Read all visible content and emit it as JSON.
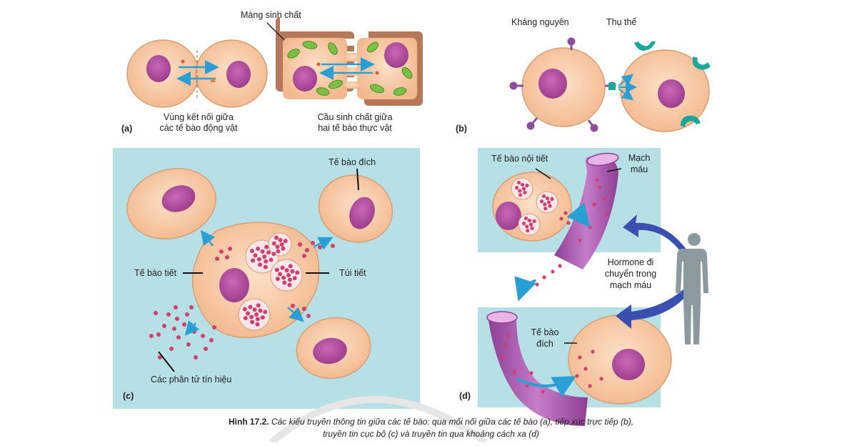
{
  "panel_a": {
    "letter": "(a)",
    "membrane_label": "Màng sinh chất",
    "animal_label_1": "Vùng kết nối giữa",
    "animal_label_2": "các tế bào động vật",
    "plant_label_1": "Cầu sinh chất giữa",
    "plant_label_2": "hai tế bào thực vật"
  },
  "panel_b": {
    "letter": "(b)",
    "antigen_label": "Kháng nguyên",
    "receptor_label": "Thụ thể"
  },
  "panel_c": {
    "letter": "(c)",
    "target_cell_label": "Tế bào đích",
    "secretory_cell_label": "Tế bào tiết",
    "vesicle_label": "Túi tiết",
    "signal_molecules_label": "Các phân tử tín hiệu"
  },
  "panel_d": {
    "letter": "(d)",
    "endocrine_cell_label": "Tế bào nội tiết",
    "vessel_label_1": "Mạch",
    "vessel_label_2": "máu",
    "hormone_label_1": "Hormone đi",
    "hormone_label_2": "chuyển trong",
    "hormone_label_3": "mạch máu",
    "target_label_1": "Tế bào",
    "target_label_2": "đích"
  },
  "caption": {
    "title": "Hình 17.2.",
    "line1": "Các kiểu truyền thông tin giữa các tế bào: qua mối nối giữa các tế bào (a), tiếp xúc trực tiếp (b),",
    "line2": "truyền tin cục bộ (c) và truyền tin qua khoảng cách xa (d)"
  },
  "colors": {
    "cell_fill": "#f6c9a3",
    "cell_stroke": "#d99d72",
    "nucleus": "#b34ea0",
    "panel_bg": "#b7dfe6",
    "arrow": "#2a9fd6",
    "vessel": "#b060b0",
    "big_arrow": "#3b4fb0",
    "chloroplast": "#7bc043",
    "cell_wall": "#b5795a",
    "dots": "#d0406a"
  }
}
